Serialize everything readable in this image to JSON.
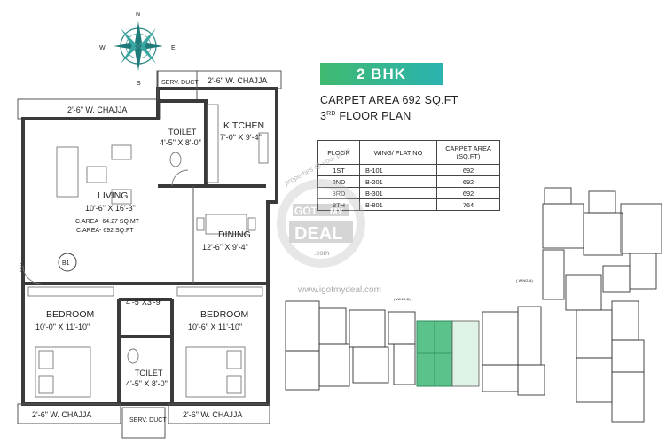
{
  "header": {
    "title": "2 BHK",
    "carpet_area": "CARPET AREA 692 SQ.FT",
    "floor_num": "3",
    "floor_sup": "RD",
    "floor_rest": " FLOOR PLAN"
  },
  "compass": {
    "n": "N",
    "e": "E",
    "s": "S",
    "w": "W"
  },
  "table": {
    "headers": [
      "FLOOR",
      "WING/ FLAT NO",
      "CARPET AREA (SQ.FT)"
    ],
    "rows": [
      {
        "floor": "1ST",
        "flat": "B-101",
        "area": "692"
      },
      {
        "floor": "2ND",
        "flat": "B-201",
        "area": "692"
      },
      {
        "floor": "3RD",
        "flat": "B-301",
        "area": "692"
      },
      {
        "floor": "8TH",
        "flat": "B-801",
        "area": "764"
      }
    ]
  },
  "plan": {
    "serv_duct": "SERV. DUCT",
    "chajja_top": "2'-6\" W. CHAJJA",
    "chajja_left": "2'-6\" W. CHAJJA",
    "toilet_name": "TOILET",
    "toilet_dim": "4'-5\" X 8'-0\"",
    "kitchen_name": "KITCHEN",
    "kitchen_dim": "7'-0\" X 9'-4\"",
    "living_name": "LIVING",
    "living_dim": "10'-6\" X 16'-3\"",
    "living_area_sqmt": "C.AREA- 64.27 SQ.MT",
    "living_area_sqft": "C.AREA- 692 SQ.FT",
    "dining_name": "DINING",
    "dining_dim": "12'-6\" X 9'-4\"",
    "frd": "F.R.D",
    "b1": "B1",
    "passage": "4'-5\"X3'-9\"",
    "bed1_name": "BEDROOM",
    "bed1_dim": "10'-0\" X 11'-10\"",
    "bed2_name": "BEDROOM",
    "bed2_dim": "10'-6\" X 11'-10\"",
    "toilet2_name": "TOILET",
    "toilet2_dim": "4'-5\" X 8'-0\"",
    "chajja_bl": "2'-6\" W. CHAJJA",
    "serv_duct2": "SERV. DUCT",
    "chajja_br": "2'-6\" W. CHAJJA"
  },
  "keyplan": {
    "wing_a": "( WING-A)",
    "wing_b": "( WING-B)"
  },
  "watermark": {
    "brand_top": "GOT",
    "brand_mid": "MY",
    "brand_main": "DEAL",
    "brand_com": ".com",
    "arc": "properties @ your price",
    "url": "www.igotmydeal.com"
  },
  "colors": {
    "badge_start": "#3fb96f",
    "badge_end": "#2bb3b0",
    "highlight": "#5cc28c"
  }
}
